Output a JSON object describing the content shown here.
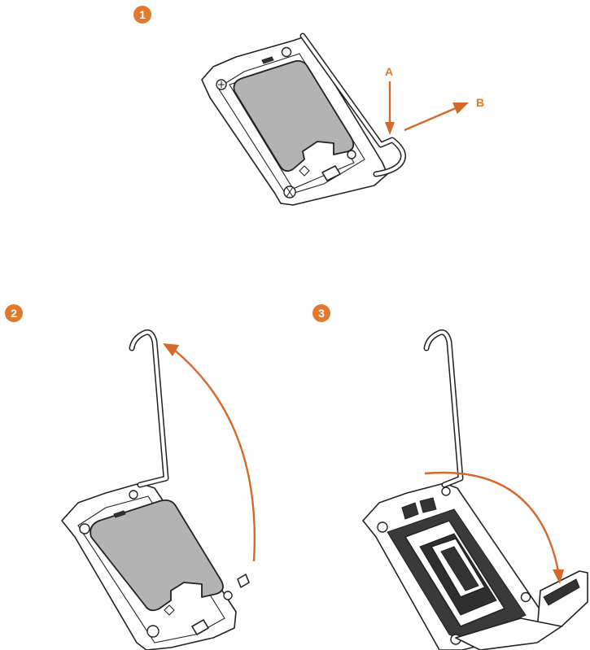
{
  "steps": [
    {
      "number": "1"
    },
    {
      "number": "2"
    },
    {
      "number": "3"
    }
  ],
  "step1": {
    "arrow_a_label": "A",
    "arrow_b_label": "B"
  },
  "colors": {
    "accent": "#e07a2f",
    "ihs_gray": "#b3b3b3",
    "outline": "#222222"
  }
}
